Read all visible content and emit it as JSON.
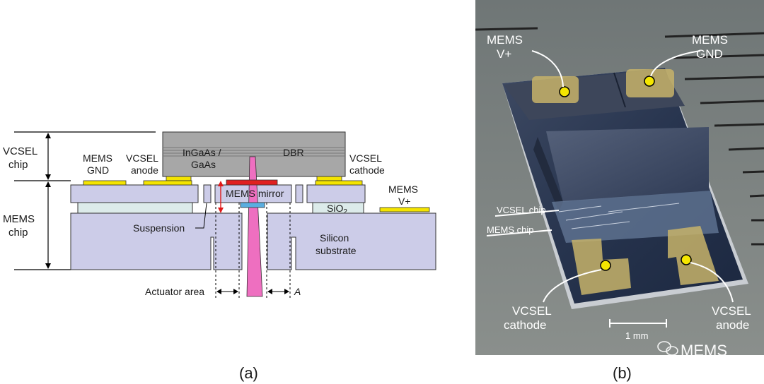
{
  "panel_a": {
    "caption": "(a)",
    "vcsel_chip": [
      "VCSEL",
      "chip"
    ],
    "mems_chip": [
      "MEMS",
      "chip"
    ],
    "mems_gnd": [
      "MEMS",
      "GND"
    ],
    "vcsel_anode": [
      "VCSEL",
      "anode"
    ],
    "ingaas": [
      "InGaAs /",
      "GaAs"
    ],
    "dbr": "DBR",
    "vcsel_cathode": [
      "VCSEL",
      "cathode"
    ],
    "mems_vplus": [
      "MEMS",
      "V+"
    ],
    "mems_mirror": "MEMS mirror",
    "sio2": "SiO",
    "sio2_sub": "2",
    "suspension": "Suspension",
    "silicon_substrate": [
      "Silicon",
      "substrate"
    ],
    "actuator_area": "Actuator area",
    "a_symbol": "A",
    "colors": {
      "vcsel_gray": "#a7a7a7",
      "mems_layer": "#cccce8",
      "oxide": "#dcebea",
      "pad_yellow": "#f4e400",
      "mirror_red": "#e02020",
      "pin_pink": "#ee6fc0",
      "mirror_blue": "#5aaee0",
      "arrow_red": "#e01818"
    }
  },
  "panel_b": {
    "caption": "(b)",
    "mems_vplus": [
      "MEMS",
      "V+"
    ],
    "mems_gnd": [
      "MEMS",
      "GND"
    ],
    "vcsel_chip": "VCSEL chip",
    "mems_chip": "MEMS chip",
    "vcsel_cathode": [
      "VCSEL",
      "cathode"
    ],
    "vcsel_anode": [
      "VCSEL",
      "anode"
    ],
    "scale_bar": "1 mm",
    "watermark": "MEMS",
    "watermark_icon": "wechat-icon",
    "marker_color": "#f5e600"
  }
}
